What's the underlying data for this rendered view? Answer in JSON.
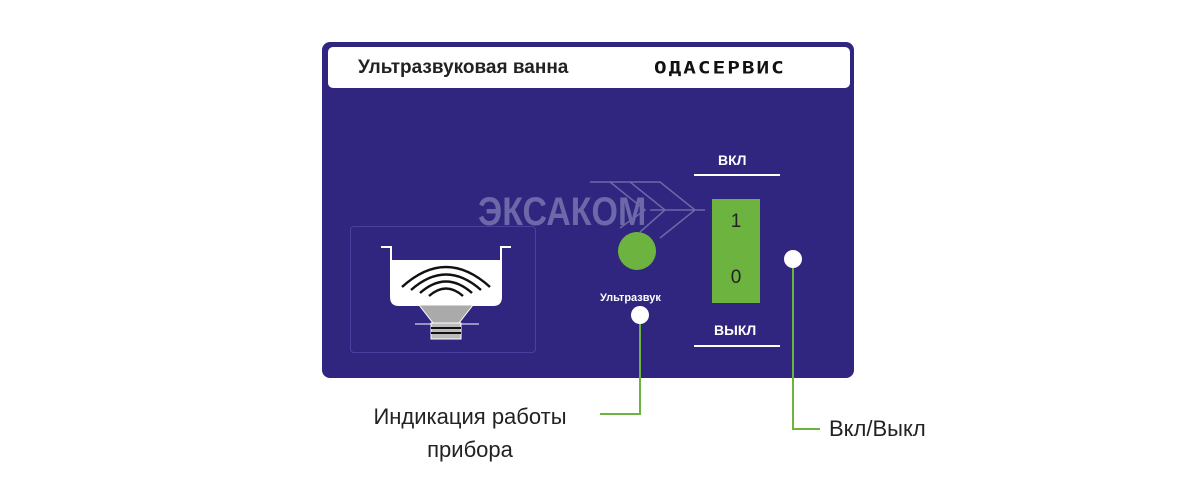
{
  "panel": {
    "title": "Ультразвуковая ванна",
    "brand": "ОДАСЕРВИС",
    "watermark": "ЭКСАКОМ",
    "on_label": "ВКЛ",
    "off_label": "ВЫКЛ",
    "switch_on": "1",
    "switch_off": "0",
    "ultrasound_label": "Ультразвук"
  },
  "callouts": {
    "indicator": "Индикация работы",
    "indicator_line2": "прибора",
    "power": "Вкл/Выкл"
  },
  "colors": {
    "panel": "#30257f",
    "accent": "#6db33f"
  }
}
